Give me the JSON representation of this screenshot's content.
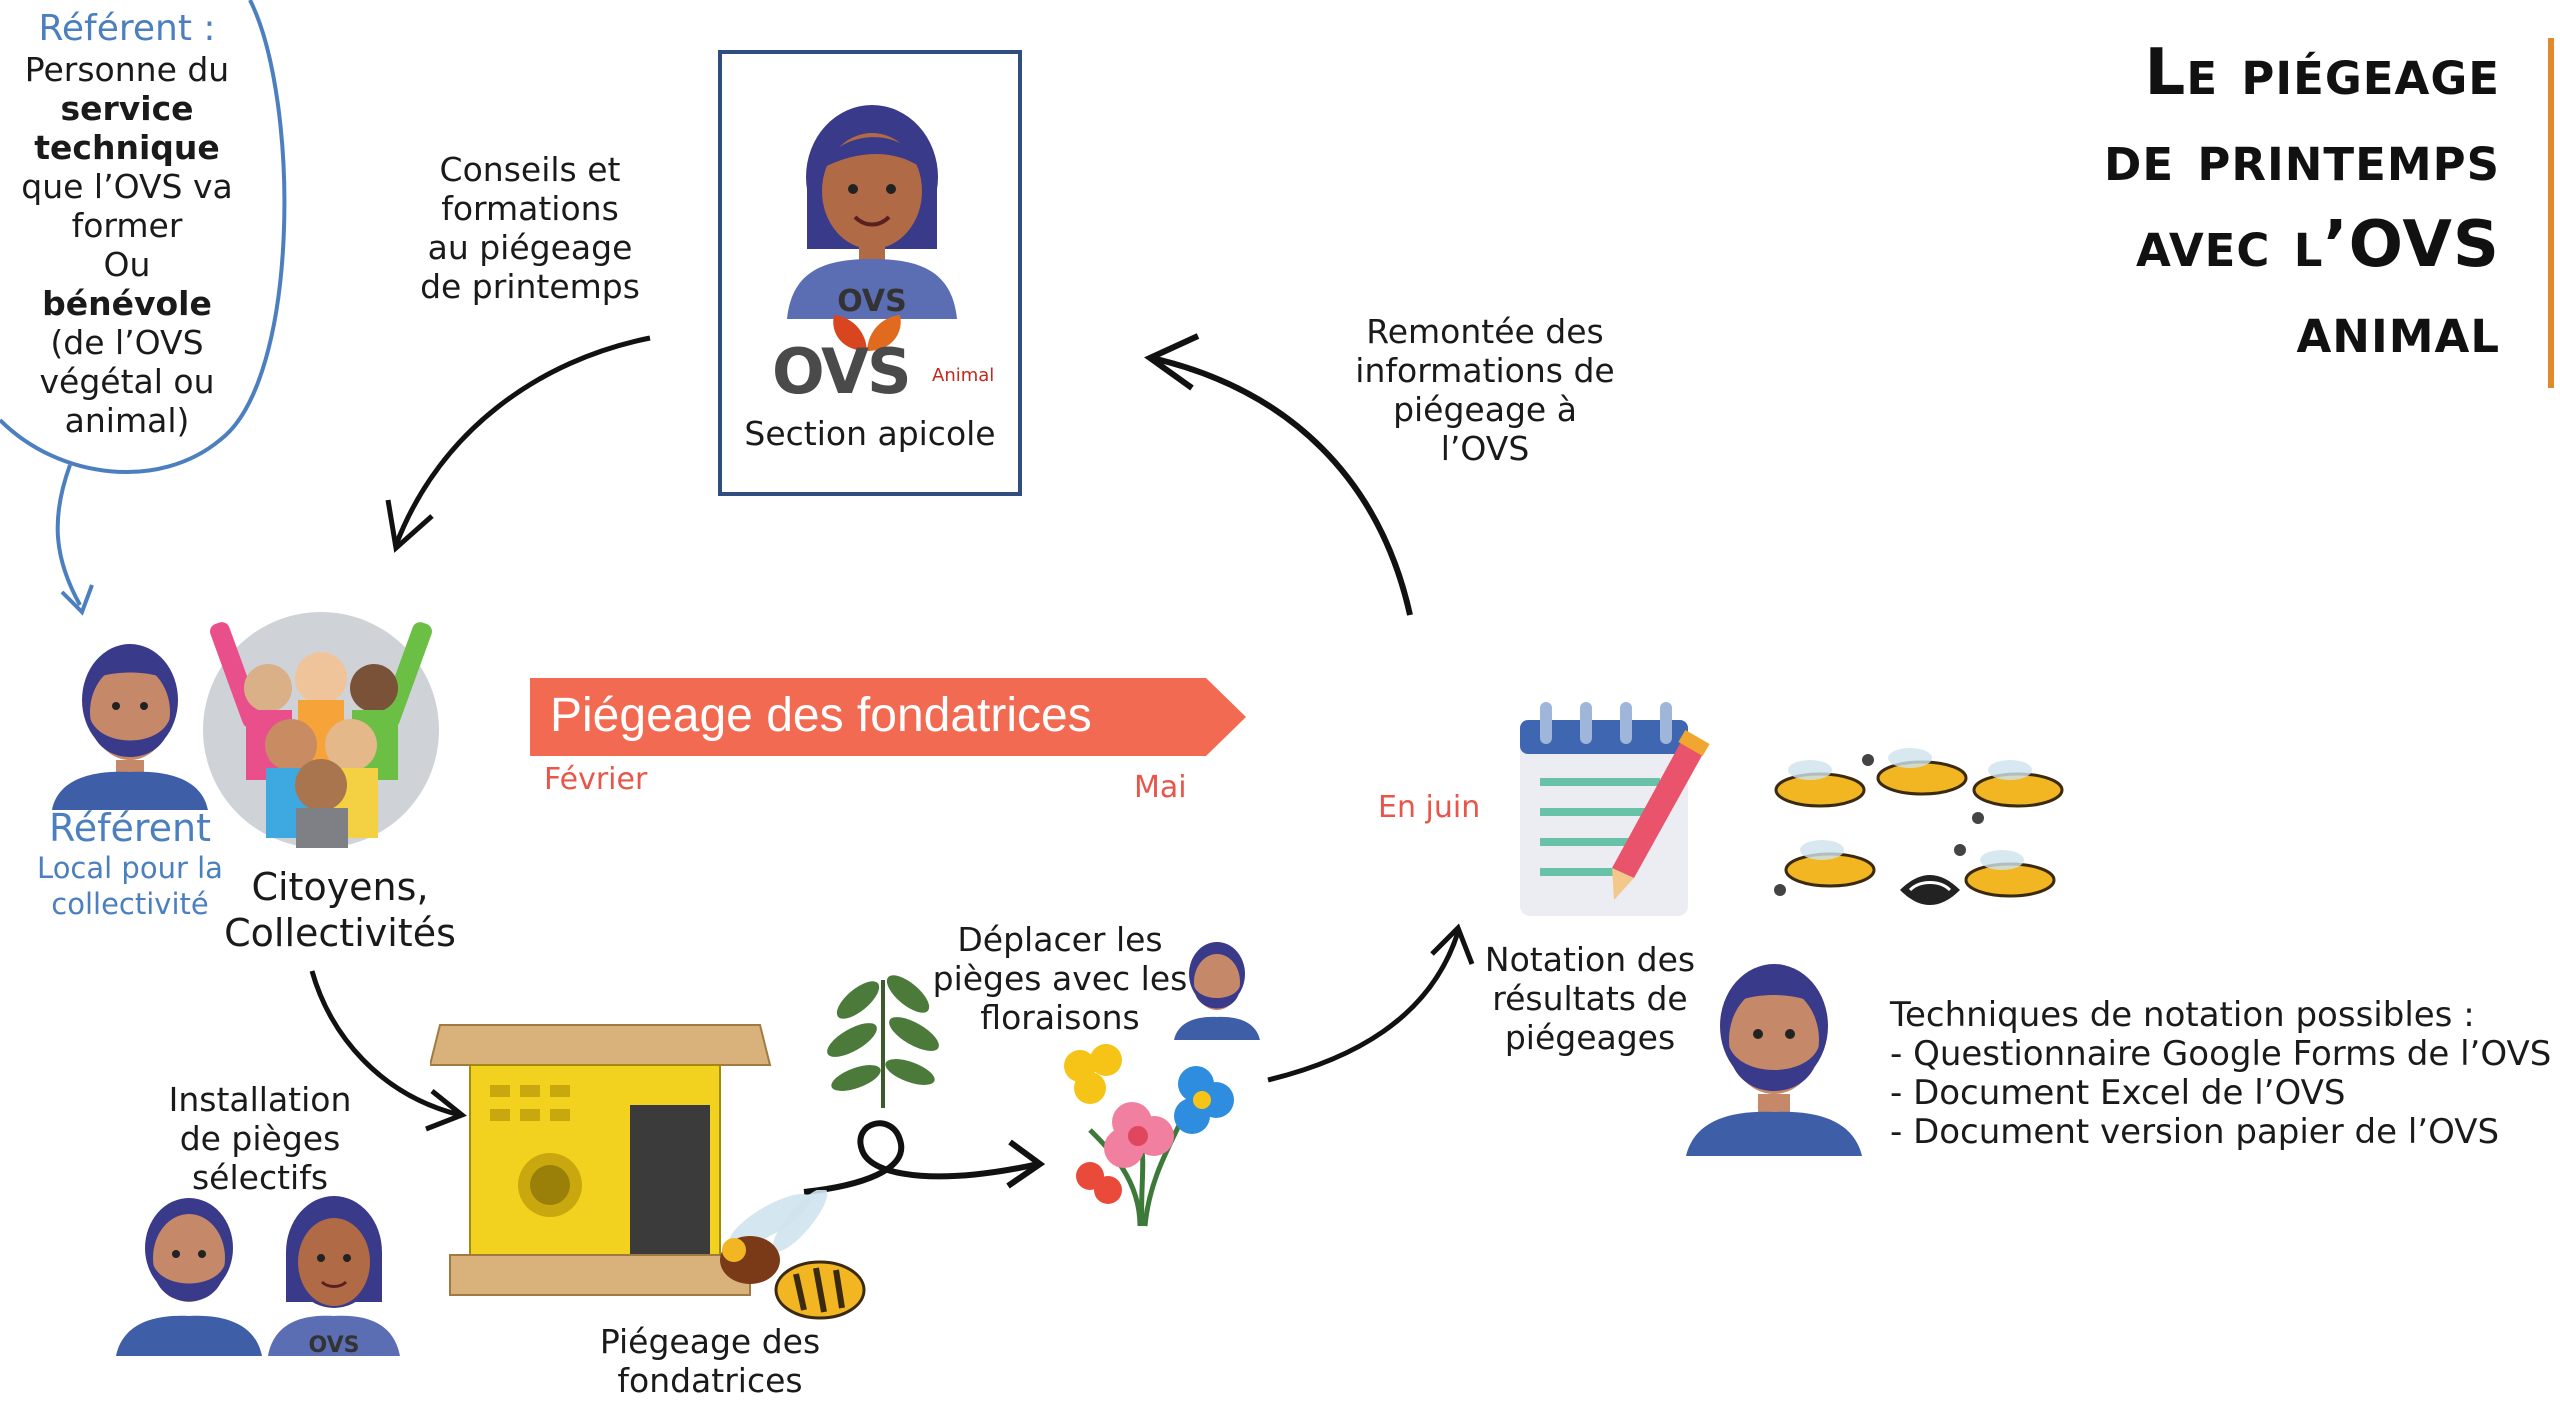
{
  "title": {
    "line1": "Le piégeage",
    "line2": "de printemps",
    "line3": "avec l’OVS",
    "line4": "animal"
  },
  "referent_bubble": {
    "heading": "Référent :",
    "line1": "Personne du",
    "line2_bold": "service",
    "line3_bold": "technique",
    "line4": "que l’OVS va",
    "line5": "former",
    "line6": "Ou",
    "line7_bold": "bénévole",
    "line8": "(de l’OVS",
    "line9": "végétal ou",
    "line10": "animal)"
  },
  "conseils": {
    "line1": "Conseils et",
    "line2": "formations",
    "line3": "au piégeage",
    "line4": "de printemps"
  },
  "ovs_card": {
    "logo_text": "OVS",
    "logo_sub": "Animal",
    "badge_text": "OVS",
    "caption": "Section apicole"
  },
  "remontee": {
    "line1": "Remontée des",
    "line2": "informations de",
    "line3": "piégeage à",
    "line4": "l’OVS"
  },
  "referent_local": {
    "heading": "Référent",
    "line1": "Local pour la",
    "line2": "collectivité"
  },
  "citoyens": {
    "line1": "Citoyens,",
    "line2": "Collectivités"
  },
  "timeline": {
    "label": "Piégeage des fondatrices",
    "start": "Février",
    "end": "Mai",
    "after": "En juin"
  },
  "notation": {
    "line1": "Notation des",
    "line2": "résultats de",
    "line3": "piégeages"
  },
  "techniques": {
    "heading": "Techniques de notation possibles :",
    "items": [
      "- Questionnaire Google Forms de l’OVS",
      "- Document Excel de l’OVS",
      "- Document version papier de l’OVS"
    ]
  },
  "deplacer": {
    "line1": "Déplacer les",
    "line2": "pièges avec les",
    "line3": "floraisons"
  },
  "installation": {
    "line1": "Installation",
    "line2": "de pièges",
    "line3": "sélectifs"
  },
  "piegeage_fondatrices": {
    "line1": "Piégeage des",
    "line2": "fondatrices"
  },
  "badge_small": "OVS",
  "colors": {
    "accent_orange": "#e08a2b",
    "banner": "#f26a52",
    "referent_blue": "#4b7fbf",
    "card_border": "#2f4d7e"
  }
}
